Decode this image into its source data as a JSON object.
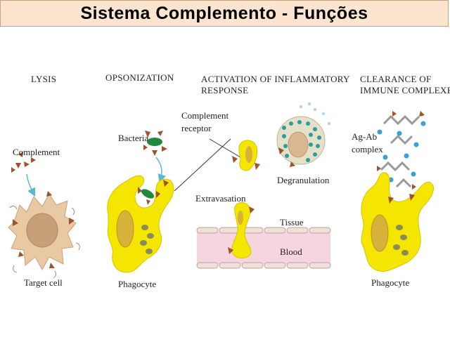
{
  "title": "Sistema Complemento - Funções",
  "panels": {
    "lysis": {
      "heading": "LYSIS",
      "complement": "Complement",
      "target_cell": "Target cell"
    },
    "opsonization": {
      "heading": "OPSONIZATION",
      "bacteria": "Bacteria",
      "phagocyte": "Phagocyte"
    },
    "inflammation": {
      "heading_line1": "ACTIVATION OF INFLAMMATORY",
      "heading_line2": "RESPONSE",
      "complement_receptor_line1": "Complement",
      "complement_receptor_line2": "receptor",
      "degranulation": "Degranulation",
      "extravasation": "Extravasation",
      "tissue": "Tissue",
      "blood": "Blood"
    },
    "clearance": {
      "heading_line1": "CLEARANCE OF",
      "heading_line2": "IMMUNE COMPLEXES",
      "agab_line1": "Ag-Ab",
      "agab_line2": "complex",
      "phagocyte": "Phagocyte"
    }
  },
  "colors": {
    "title_bg": "#fce5cf",
    "phagocyte": "#f5e600",
    "nucleus_phagocyte": "#d7b13a",
    "complement": "#a0522d",
    "target_cell": "#e8c9a4",
    "bacteria": "#1f8a3a",
    "blood_vessel": "#f6d6de",
    "mast_cell_granules": "#2a9d9d",
    "antigen": "#3aa0d8"
  }
}
